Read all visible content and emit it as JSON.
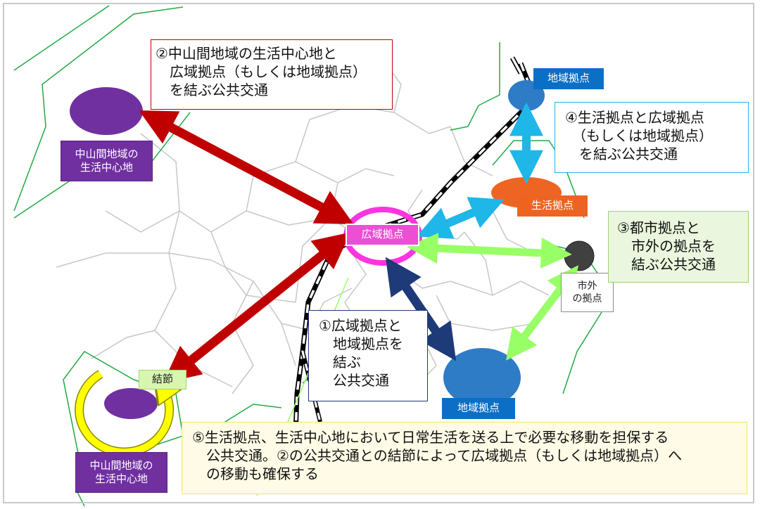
{
  "labels": {
    "rural_center_top": "中山間地域の\n生活中心地",
    "rural_center_bottom": "中山間地域の\n生活中心地",
    "wide_hub": "広域拠点",
    "regional_hub_top": "地域拠点",
    "regional_hub_bottom": "地域拠点",
    "life_hub": "生活拠点",
    "outside_hub": "市外\nの拠点",
    "node": "結節"
  },
  "notes": {
    "note2": "②中山間地域の生活中心地と\n　広域拠点（もしくは地域拠点）\n　を結ぶ公共交通",
    "note4": "④生活拠点と広域拠点\n　（もしくは地域拠点）\n　を結ぶ公共交通",
    "note3": "③都市拠点と\n　市外の拠点を\n　結ぶ公共交通",
    "note1": "①広域拠点と\n　地域拠点を\n　結ぶ\n　公共交通",
    "note5_line1": "⑤生活拠点、生活中心地において日常生活を送る上で必要な移動を担保する",
    "note5_line2": "　公共交通。②の公共交通との結節によって広域拠点（もしくは地域拠点）へ",
    "note5_line3": "　の移動も確保する"
  },
  "colors": {
    "red_arrow": "#c00000",
    "navy_arrow": "#1f3a78",
    "cyan_arrow": "#1fb6e8",
    "green_arrow": "#99ff66",
    "purple": "#7030a0",
    "pink_ring": "#ff33e0",
    "blue": "#2e7cc6",
    "orange": "#ee6423",
    "yellow_loop": "#ffff00",
    "boundary_green": "#22aa44"
  }
}
